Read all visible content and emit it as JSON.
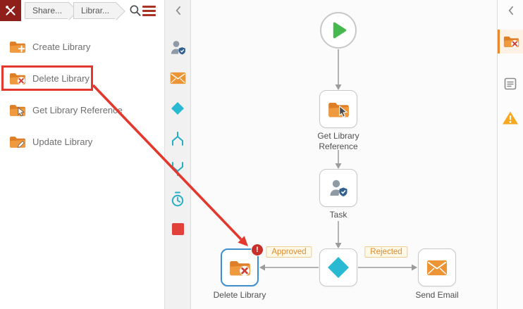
{
  "header": {
    "breadcrumbs": [
      {
        "label": "Share..."
      },
      {
        "label": "Librar..."
      }
    ]
  },
  "sidebar": {
    "items": [
      {
        "label": "Create Library",
        "icon": "folder-create-icon",
        "annotated": false
      },
      {
        "label": "Delete Library",
        "icon": "folder-delete-icon",
        "annotated": true
      },
      {
        "label": "Get Library Reference",
        "icon": "folder-reference-icon",
        "annotated": false
      },
      {
        "label": "Update Library",
        "icon": "folder-update-icon",
        "annotated": false
      }
    ]
  },
  "toolbox": {
    "tools": [
      {
        "name": "task"
      },
      {
        "name": "email"
      },
      {
        "name": "decision"
      },
      {
        "name": "split"
      },
      {
        "name": "merge"
      },
      {
        "name": "timer"
      },
      {
        "name": "stop"
      }
    ]
  },
  "canvas": {
    "nodes": [
      {
        "id": "start",
        "type": "start",
        "label": ""
      },
      {
        "id": "get-library-reference",
        "type": "step",
        "label": "Get Library Reference"
      },
      {
        "id": "task",
        "type": "step",
        "label": "Task"
      },
      {
        "id": "decision",
        "type": "decision",
        "label": ""
      },
      {
        "id": "delete-library",
        "type": "step",
        "label": "Delete Library",
        "selected": true,
        "badge": "!"
      },
      {
        "id": "send-email",
        "type": "step",
        "label": "Send Email"
      }
    ],
    "edges": [
      {
        "from": "start",
        "to": "get-library-reference",
        "label": ""
      },
      {
        "from": "get-library-reference",
        "to": "task",
        "label": ""
      },
      {
        "from": "task",
        "to": "decision",
        "label": ""
      },
      {
        "from": "decision",
        "to": "delete-library",
        "label": "Approved"
      },
      {
        "from": "decision",
        "to": "send-email",
        "label": "Rejected"
      }
    ]
  },
  "icons": {
    "tools-icon": "crossed-tools-white-on-maroon",
    "search-icon": "magnifier",
    "menu-icon": "hamburger-3-bars",
    "collapse-icon": "chevron-left",
    "folder-delete-icon": "orange-folder-red-x",
    "task-icon": "person-with-check-shield",
    "email-icon": "orange-envelope",
    "decision-icon": "cyan-diamond",
    "play-icon": "green-triangle",
    "warning-icon": "orange-triangle-exclamation",
    "error-badge": "red-circle-exclamation"
  },
  "colors": {
    "brand_maroon": "#8E1F1B",
    "accent_orange": "#E8882F",
    "teal": "#29B9D2",
    "alert_red": "#E2382D",
    "selection_blue": "#3E8FD0",
    "play_green": "#45B94E"
  }
}
